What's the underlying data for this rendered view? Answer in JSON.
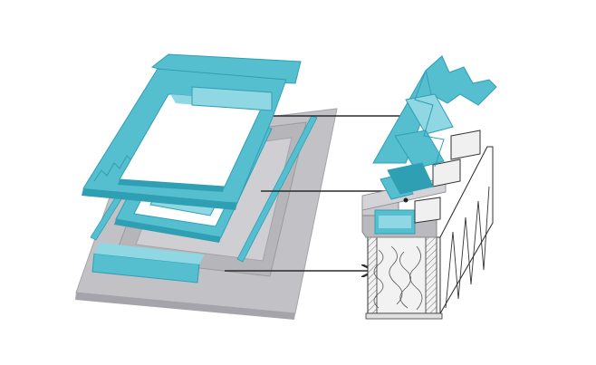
{
  "colors": {
    "background": "#ffffff",
    "flashing": "#55bfd0",
    "flashing_dark": "#2f9fb4",
    "flashing_light": "#8fd7e2",
    "membrane": "#c2c2c6",
    "membrane_dark": "#a4a4aa",
    "wood": "#f2f2f2",
    "outline": "#333333",
    "arrow": "#2b2b2b"
  },
  "icons": {
    "arrow": "arrow-right-icon"
  },
  "components": [
    {
      "id": "outer-flashing-frame"
    },
    {
      "id": "side-strips"
    },
    {
      "id": "inner-insulation-frame"
    },
    {
      "id": "underlay-membrane-collar"
    }
  ],
  "callouts": [
    {
      "from": "outer-flashing-frame",
      "to": "section-flashing-profile"
    },
    {
      "from": "inner-insulation-frame",
      "to": "section-insulation-frame"
    },
    {
      "from": "underlay-membrane-collar",
      "to": "section-membrane"
    }
  ]
}
